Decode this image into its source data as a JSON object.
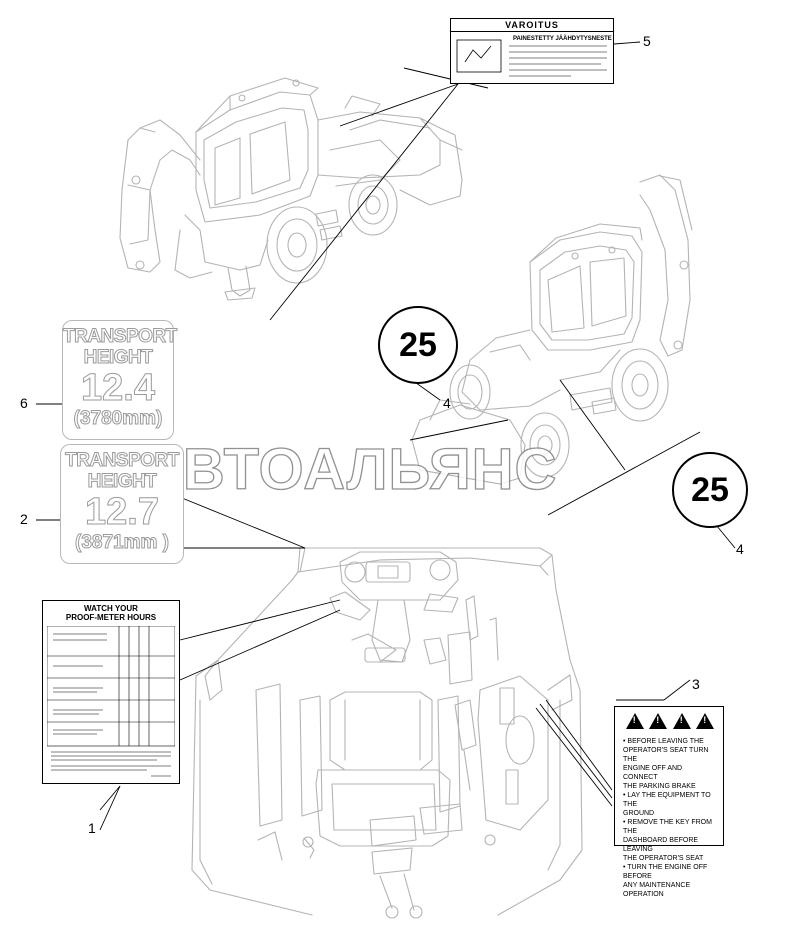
{
  "watermark": "АВТОАЛЬЯНС",
  "callouts": {
    "c1": "1",
    "c2": "2",
    "c3": "3",
    "c4a": "4",
    "c4b": "4",
    "c5": "5",
    "c6": "6"
  },
  "decal_transport_1": {
    "line1": "TRANSPORT",
    "line2": "HEIGHT",
    "value": "12.4",
    "metric": "(3780mm)"
  },
  "decal_transport_2": {
    "line1": "TRANSPORT",
    "line2": "HEIGHT",
    "value": "12.7",
    "metric": "(3871mm )"
  },
  "speed_limit": {
    "value_a": "25",
    "value_b": "25"
  },
  "decal_warning_3": {
    "lines": [
      "• BEFORE LEAVING THE",
      "OPERATOR'S SEAT TURN THE",
      "ENGINE OFF AND CONNECT",
      "THE PARKING BRAKE",
      "• LAY THE EQUIPMENT TO THE",
      "GROUND",
      "• REMOVE THE KEY FROM THE",
      "DASHBOARD BEFORE LEAVING",
      "THE OPERATOR'S SEAT",
      "• TURN THE ENGINE OFF BEFORE",
      "ANY MAINTENANCE OPERATION"
    ]
  },
  "decal_proof_1": {
    "title1": "WATCH YOUR",
    "title2": "PROOF-METER HOURS"
  },
  "decal_warning_5": {
    "header": "VAROITUS",
    "sub": "PAINESTETTY JÄÄHDYTYSNESTE"
  }
}
